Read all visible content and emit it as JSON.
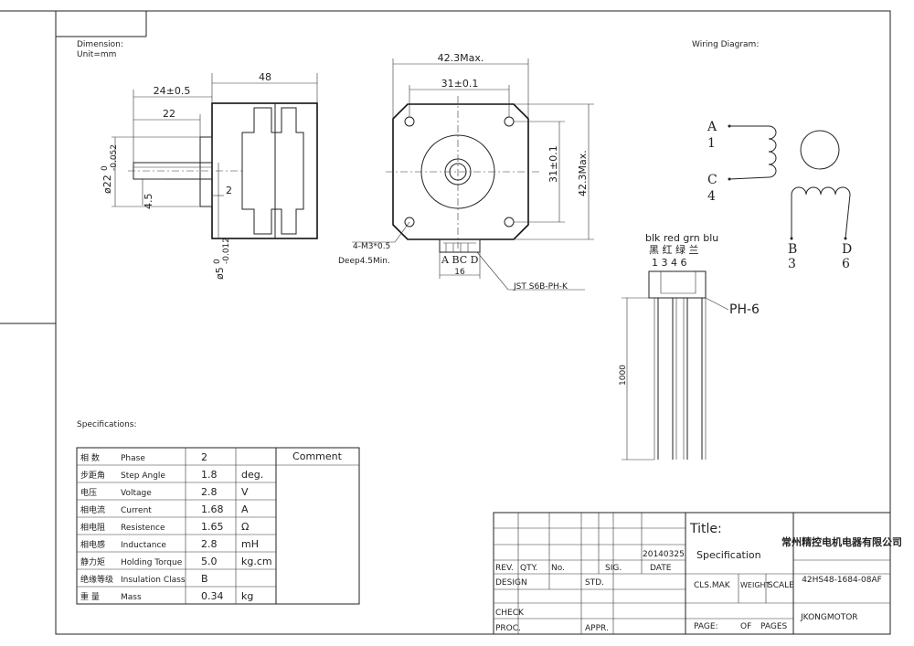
{
  "sheet": {
    "dimension_label": "Dimension:",
    "unit_label": "Unit=mm",
    "wiring_label": "Wiring Diagram:",
    "specs_label": "Specifications:"
  },
  "side_view": {
    "dim_overall": "48",
    "dim_shaft_total": "24±0.5",
    "dim_shaft": "22",
    "dim_boss_dia": "ø22",
    "dim_boss_tol_top": "0",
    "dim_boss_tol_bot": "-0.052",
    "dim_flat": "4.5",
    "dim_boss_depth": "2",
    "dim_shaft_dia": "ø5",
    "dim_shaft_tol_top": "0",
    "dim_shaft_tol_bot": "-0.012"
  },
  "front_view": {
    "dim_width": "42.3Max.",
    "dim_hole_spacing_h": "31±0.1",
    "dim_hole_spacing_v": "31±0.1",
    "dim_height": "42.3Max.",
    "hole_note_1": "4-M3*0.5",
    "hole_note_2": "Deep4.5Min.",
    "connector_pins": "A  BC  D",
    "connector_width": "16",
    "connector_model": "JST S6B-PH-K"
  },
  "wiring": {
    "phase_a_letter": "A",
    "phase_a_num": "1",
    "phase_c_letter": "C",
    "phase_c_num": "4",
    "phase_b_letter": "B",
    "phase_b_num": "3",
    "phase_d_letter": "D",
    "phase_d_num": "6",
    "colors": "blk red grn blu",
    "colors_cn": "黑 红 绿 兰",
    "pins": "1   3   4   6",
    "plug": "PH-6",
    "lead_length": "1000"
  },
  "specs": {
    "comment_header": "Comment",
    "rows": [
      {
        "cn": "相  数",
        "en": "Phase",
        "value": "2",
        "unit": ""
      },
      {
        "cn": "步距角",
        "en": "Step Angle",
        "value": "1.8",
        "unit": "deg."
      },
      {
        "cn": "电压",
        "en": "Voltage",
        "value": "2.8",
        "unit": "V"
      },
      {
        "cn": "相电流",
        "en": "Current",
        "value": "1.68",
        "unit": "A"
      },
      {
        "cn": "相电阻",
        "en": "Resistence",
        "value": "1.65",
        "unit": "Ω"
      },
      {
        "cn": "相电感",
        "en": "Inductance",
        "value": "2.8",
        "unit": "mH"
      },
      {
        "cn": "静力矩",
        "en": "Holding Torque",
        "value": "5.0",
        "unit": "kg.cm"
      },
      {
        "cn": "绝缘等级",
        "en": "Insulation Class",
        "value": "B",
        "unit": ""
      },
      {
        "cn": "重  量",
        "en": "Mass",
        "value": "0.34",
        "unit": "kg"
      }
    ]
  },
  "title_block": {
    "date_value": "20140325",
    "rev": "REV.",
    "qty": "QTY.",
    "no": "No.",
    "sig": "SIG.",
    "date": "DATE",
    "design": "DESIGN",
    "std": "STD.",
    "check": "CHECK",
    "proc": "PROC.",
    "appr": "APPR.",
    "title_label": "Title:",
    "title_value": "Specification",
    "company": "常州精控电机电器有限公司",
    "part_no": "42HS48-1684-08AF",
    "cls_mak": "CLS.MAK",
    "weight": "WEIGHT",
    "scale": "SCALE",
    "page": "PAGE:",
    "of": "OF",
    "pages": "PAGES",
    "brand": "JKONGMOTOR"
  }
}
